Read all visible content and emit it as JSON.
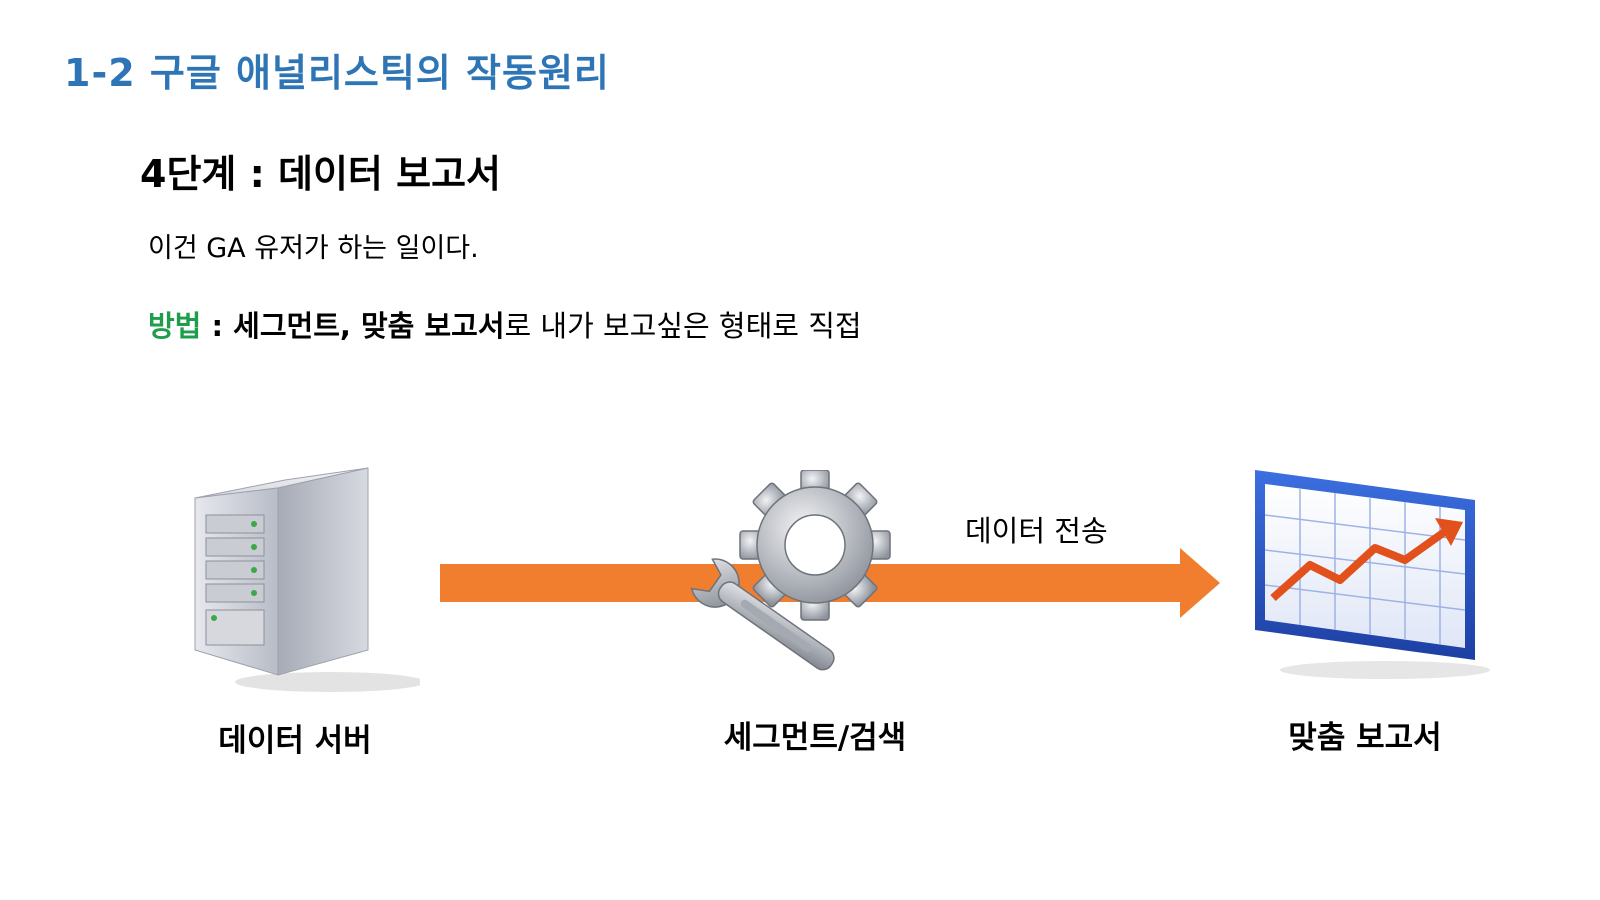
{
  "title": "1-2 구글 애널리스틱의 작동원리",
  "step": {
    "heading": "4단계 : 데이터 보고서"
  },
  "description": "이건 GA 유저가 하는 일이다.",
  "method": {
    "label": "방법",
    "separator": " : ",
    "bold_text": "세그먼트, 맞춤 보고서",
    "rest_text": "로 내가 보고싶은 형태로 직접"
  },
  "diagram": {
    "arrow_label": "데이터 전송",
    "arrow_color": "#f07e2e",
    "nodes": [
      {
        "label": "데이터 서버",
        "icon": "server-icon"
      },
      {
        "label": "세그먼트/검색",
        "icon": "gear-wrench-icon"
      },
      {
        "label": "맞춤 보고서",
        "icon": "chart-report-icon"
      }
    ]
  },
  "colors": {
    "title": "#2e75b6",
    "method_label": "#1e9e4a"
  }
}
